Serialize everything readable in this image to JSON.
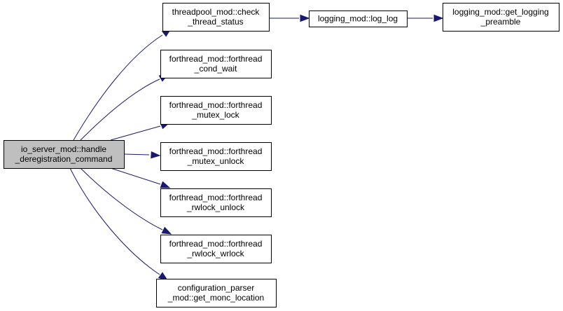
{
  "diagram": {
    "colors": {
      "root_fill": "#bfbfbf",
      "node_fill": "#ffffff",
      "border": "#000000",
      "edge": "#191970"
    },
    "nodes": [
      {
        "id": "root",
        "lines": [
          "io_server_mod::handle",
          "_deregistration_command"
        ]
      },
      {
        "id": "check_thread_status",
        "lines": [
          "threadpool_mod::check",
          "_thread_status"
        ]
      },
      {
        "id": "log_log",
        "lines": [
          "logging_mod::log_log"
        ]
      },
      {
        "id": "get_logging_preamble",
        "lines": [
          "logging_mod::get_logging",
          "_preamble"
        ]
      },
      {
        "id": "cond_wait",
        "lines": [
          "forthread_mod::forthread",
          "_cond_wait"
        ]
      },
      {
        "id": "mutex_lock",
        "lines": [
          "forthread_mod::forthread",
          "_mutex_lock"
        ]
      },
      {
        "id": "mutex_unlock",
        "lines": [
          "forthread_mod::forthread",
          "_mutex_unlock"
        ]
      },
      {
        "id": "rwlock_unlock",
        "lines": [
          "forthread_mod::forthread",
          "_rwlock_unlock"
        ]
      },
      {
        "id": "rwlock_wrlock",
        "lines": [
          "forthread_mod::forthread",
          "_rwlock_wrlock"
        ]
      },
      {
        "id": "get_monc_location",
        "lines": [
          "configuration_parser",
          "_mod::get_monc_location"
        ]
      }
    ],
    "edges": [
      {
        "from": "root",
        "to": "check_thread_status"
      },
      {
        "from": "root",
        "to": "cond_wait"
      },
      {
        "from": "root",
        "to": "mutex_lock"
      },
      {
        "from": "root",
        "to": "mutex_unlock"
      },
      {
        "from": "root",
        "to": "rwlock_unlock"
      },
      {
        "from": "root",
        "to": "rwlock_wrlock"
      },
      {
        "from": "root",
        "to": "get_monc_location"
      },
      {
        "from": "check_thread_status",
        "to": "log_log"
      },
      {
        "from": "log_log",
        "to": "get_logging_preamble"
      }
    ]
  }
}
